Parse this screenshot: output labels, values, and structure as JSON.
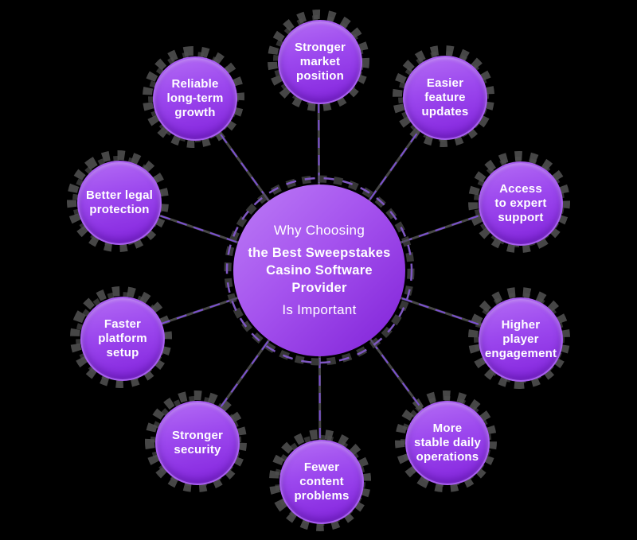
{
  "diagram": {
    "center": {
      "top": "Why Choosing",
      "bold_lines": [
        "the Best Sweepstakes",
        "Casino Software",
        "Provider"
      ],
      "bottom": "Is Important"
    },
    "nodes": [
      {
        "label": "Stronger market position",
        "lines": [
          "Stronger",
          "market",
          "position"
        ]
      },
      {
        "label": "Easier feature updates",
        "lines": [
          "Easier",
          "feature",
          "updates"
        ]
      },
      {
        "label": "Access to expert support",
        "lines": [
          "Access",
          "to expert",
          "support"
        ]
      },
      {
        "label": "Higher player engagement",
        "lines": [
          "Higher",
          "player",
          "engagement"
        ]
      },
      {
        "label": "More stable daily operations",
        "lines": [
          "More",
          "stable daily",
          "operations"
        ]
      },
      {
        "label": "Fewer content problems",
        "lines": [
          "Fewer",
          "content",
          "problems"
        ]
      },
      {
        "label": "Stronger security",
        "lines": [
          "Stronger",
          "security"
        ]
      },
      {
        "label": "Faster platform setup",
        "lines": [
          "Faster",
          "platform",
          "setup"
        ]
      },
      {
        "label": "Better legal protection",
        "lines": [
          "Better legal",
          "protection"
        ]
      },
      {
        "label": "Reliable long-term growth",
        "lines": [
          "Reliable",
          "long-term",
          "growth"
        ]
      }
    ],
    "colors": {
      "background": "#000000",
      "circle_light": "#b46cf4",
      "circle_dark": "#8021d8",
      "connector_purple": "#7a4fd0",
      "halo_gray": "#4e4e4e",
      "ring_purple": "#7e57c2",
      "text": "#ffffff"
    }
  }
}
